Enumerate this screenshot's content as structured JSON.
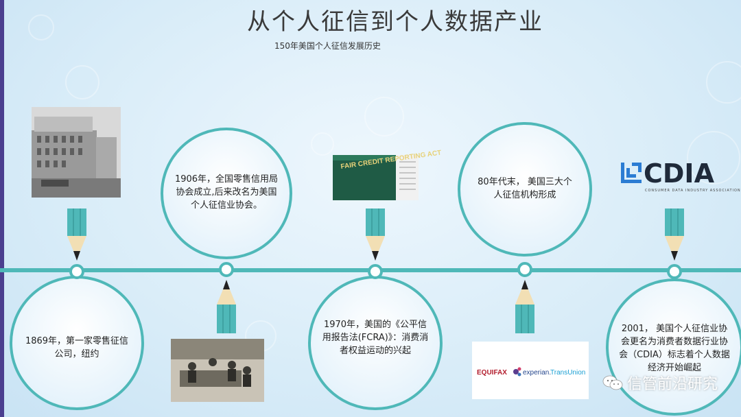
{
  "header": {
    "title": "从个人征信到个人数据产业",
    "subtitle": "150年美国个人征信发展历史"
  },
  "milestones": [
    {
      "text": "1869年，第一家零售征信公司，纽约"
    },
    {
      "text": "1906年，全国零售信用局协会成立,后来改名为美国个人征信业协会。"
    },
    {
      "text": "1970年，美国的《公平信用报告法(FCRA)》：消费消者权益运动的兴起"
    },
    {
      "text": "80年代末， 美国三大个人征信机构形成"
    },
    {
      "text": "2001， 美国个人征信业协会更名为消费者数据行业协会（CDIA）标志着个人数据经济开始崛起"
    }
  ],
  "images": {
    "fcra_book_text": "FAIR CREDIT REPORTING ACT",
    "cdia_logo": "CDIA",
    "cdia_subtitle": "CONSUMER DATA INDUSTRY ASSOCIATION",
    "bureaus": [
      "EQUIFAX",
      "experian.",
      "TransUnion"
    ]
  },
  "watermark": "信管前沿研究",
  "colors": {
    "teal": "#4fb8b8",
    "accent": "#4b3f8f"
  }
}
